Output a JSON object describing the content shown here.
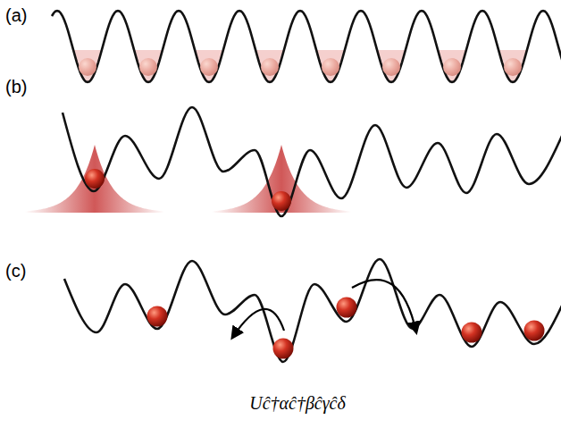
{
  "diagram": {
    "labels": [
      "(a)",
      "(b)",
      "(c)",
      "Uĉ†αĉ†βĉγĉδ"
    ]
  }
}
